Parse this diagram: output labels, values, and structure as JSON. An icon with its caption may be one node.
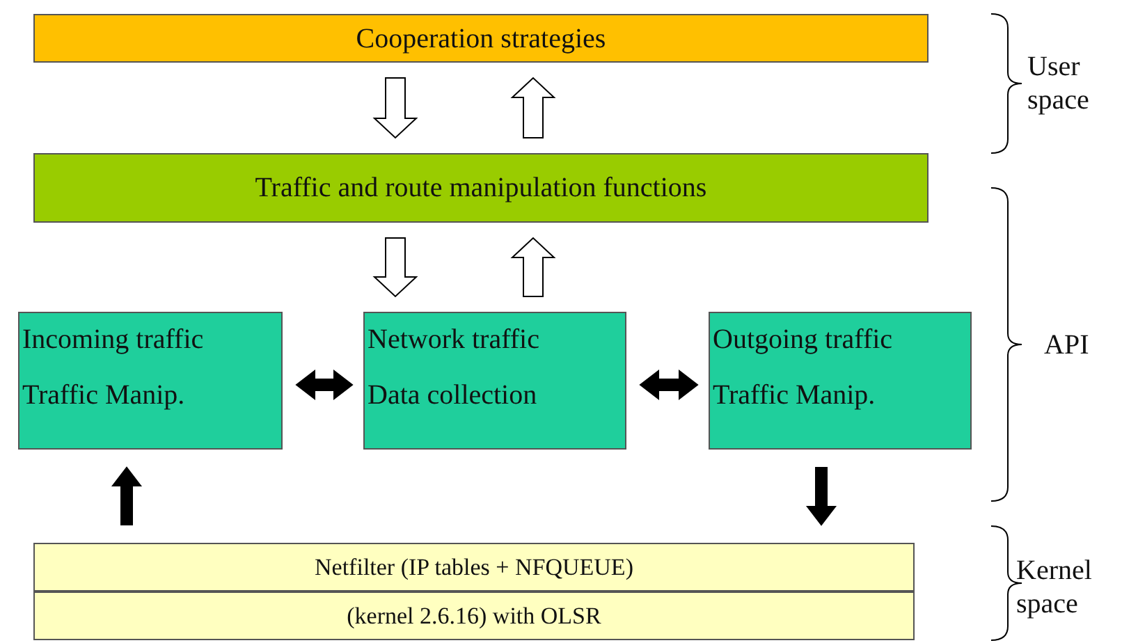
{
  "diagram": {
    "nodes": [
      {
        "text": [
          "Cooperation strategies"
        ]
      },
      {
        "text": [
          "Traffic and route manipulation functions"
        ]
      },
      {
        "text": [
          "Incoming traffic",
          "Traffic Manip."
        ]
      },
      {
        "text": [
          "Network traffic",
          "Data collection"
        ]
      },
      {
        "text": [
          "Outgoing traffic",
          "Traffic Manip."
        ]
      },
      {
        "text": [
          "Netfilter (IP tables + NFQUEUE)"
        ]
      },
      {
        "text": [
          "(kernel 2.6.16) with OLSR"
        ]
      }
    ],
    "edges": [
      {
        "from": 0,
        "to": 1,
        "arrow": "to"
      },
      {
        "from": 1,
        "to": 0,
        "arrow": "to"
      },
      {
        "from": 1,
        "to": 3,
        "arrow": "to"
      },
      {
        "from": 3,
        "to": 1,
        "arrow": "to"
      },
      {
        "from": 2,
        "to": 3,
        "arrow": "both",
        "style": "thick"
      },
      {
        "from": 3,
        "to": 4,
        "arrow": "both",
        "style": "thick"
      },
      {
        "from": 5,
        "to": 2,
        "arrow": "to",
        "style": "thick"
      },
      {
        "from": 4,
        "to": 5,
        "arrow": "to",
        "style": "thick"
      }
    ],
    "labels": [
      "User space",
      "API",
      "Kernel space"
    ]
  }
}
